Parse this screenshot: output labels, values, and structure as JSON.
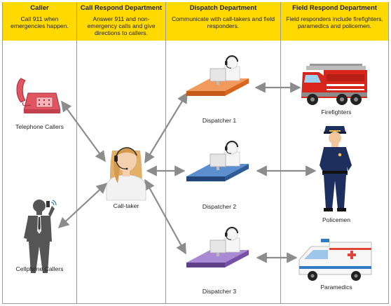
{
  "columns": [
    {
      "title": "Caller",
      "description": "Call 911 when emergencies happen."
    },
    {
      "title": "Call Respond Department",
      "description": "Answer 911 and non-emergency calls  and give directions to callers."
    },
    {
      "title": "Dispatch Department",
      "description": "Communicate with call-takers and field responders."
    },
    {
      "title": "Field Respond Department",
      "description": "Field responders include firefighters, paramedics and policemen."
    }
  ],
  "nodes": {
    "telephone_callers": "Telephone Callers",
    "cellphone_callers": "Cellphone Callers",
    "call_taker": "Call-taker",
    "dispatcher_1": "Dispatcher 1",
    "dispatcher_2": "Dispatcher 2",
    "dispatcher_3": "Dispatcher 3",
    "firefighters": "Firefighters",
    "policemen": "Policemen",
    "paramedics": "Paramedics"
  },
  "colors": {
    "header": "#ffd900",
    "connector": "#8c8c8c",
    "desk_1": "#e8742f",
    "desk_2": "#3a6fb0",
    "desk_3": "#8e6abf",
    "fire_truck": "#d9261c",
    "police": "#1d2f5e",
    "phone": "#e0555f"
  },
  "icons": [
    "telephone-icon",
    "cellphone-user-icon",
    "call-taker-icon",
    "dispatcher-icon",
    "fire-truck-icon",
    "policeman-icon",
    "ambulance-icon"
  ]
}
